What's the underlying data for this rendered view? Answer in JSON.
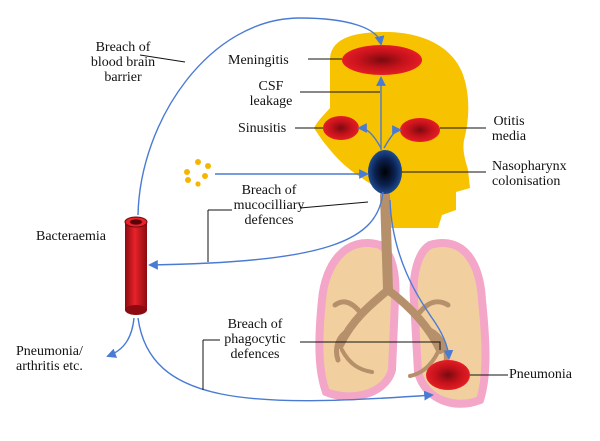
{
  "labels": {
    "blood_brain_barrier": "Breach of\nblood brain\nbarrier",
    "meningitis": "Meningitis",
    "csf_leakage": "CSF\nleakage",
    "sinusitis": "Sinusitis",
    "otitis_media": "Otitis\nmedia",
    "nasopharynx": "Nasopharynx\ncolonisation",
    "mucociliary": "Breach of\nmucocilliary\ndefences",
    "bacteraemia": "Bacteraemia",
    "phagocytic": "Breach of\nphagocytic\ndefences",
    "pneumonia": "Pneumonia",
    "pneumonia_arthritis": "Pneumonia/\narthritis etc."
  },
  "colors": {
    "head": "#f7c200",
    "infection_site": "#d9141e",
    "nasopharynx": "#0d2a5e",
    "blood_vessel": "#c8101a",
    "lung_fill": "#f2cf9f",
    "lung_outline": "#f3a6c8",
    "airway": "#b5906a",
    "arrow": "#4a7bd4",
    "bacteria": "#f5b500"
  }
}
